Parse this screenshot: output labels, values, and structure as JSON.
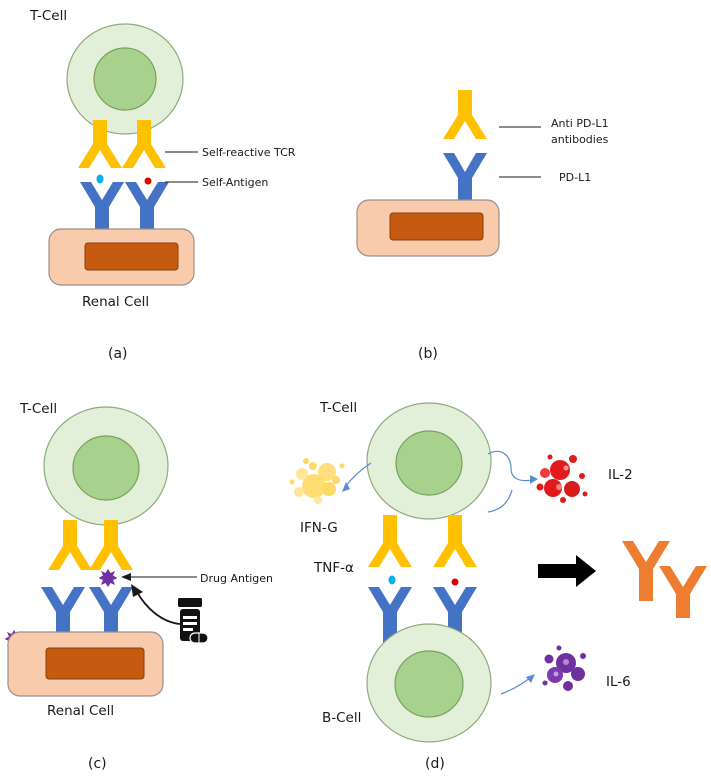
{
  "panel_a": {
    "t_cell_label": "T-Cell",
    "tcr_label": "Self-reactive TCR",
    "antigen_label": "Self-Antigen",
    "renal_label": "Renal Cell",
    "caption": "(a)"
  },
  "panel_b": {
    "antibody_label_line1": "Anti PD-L1",
    "antibody_label_line2": "antibodies",
    "pdl1_label": "PD-L1",
    "caption": "(b)"
  },
  "panel_c": {
    "t_cell_label": "T-Cell",
    "drug_label": "Drug Antigen",
    "renal_label": "Renal Cell",
    "caption": "(c)"
  },
  "panel_d": {
    "t_cell_label": "T-Cell",
    "ifn_label": "IFN-G",
    "tnf_label": "TNF-α",
    "il2_label": "IL-2",
    "il6_label": "IL-6",
    "b_cell_label": "B-Cell",
    "caption": "(d)"
  },
  "colors": {
    "t_cell_outer": "#e2efd9",
    "t_cell_nucleus": "#a9d18e",
    "tcr": "#ffc000",
    "receptor": "#4472c4",
    "renal_cell": "#f8cbad",
    "renal_nucleus": "#c55a11",
    "antibody": "#ed7d31",
    "il2": "#e31a1c",
    "ifn": "#ffd966",
    "il6": "#7030a0",
    "drug_antigen": "#7030a0"
  }
}
